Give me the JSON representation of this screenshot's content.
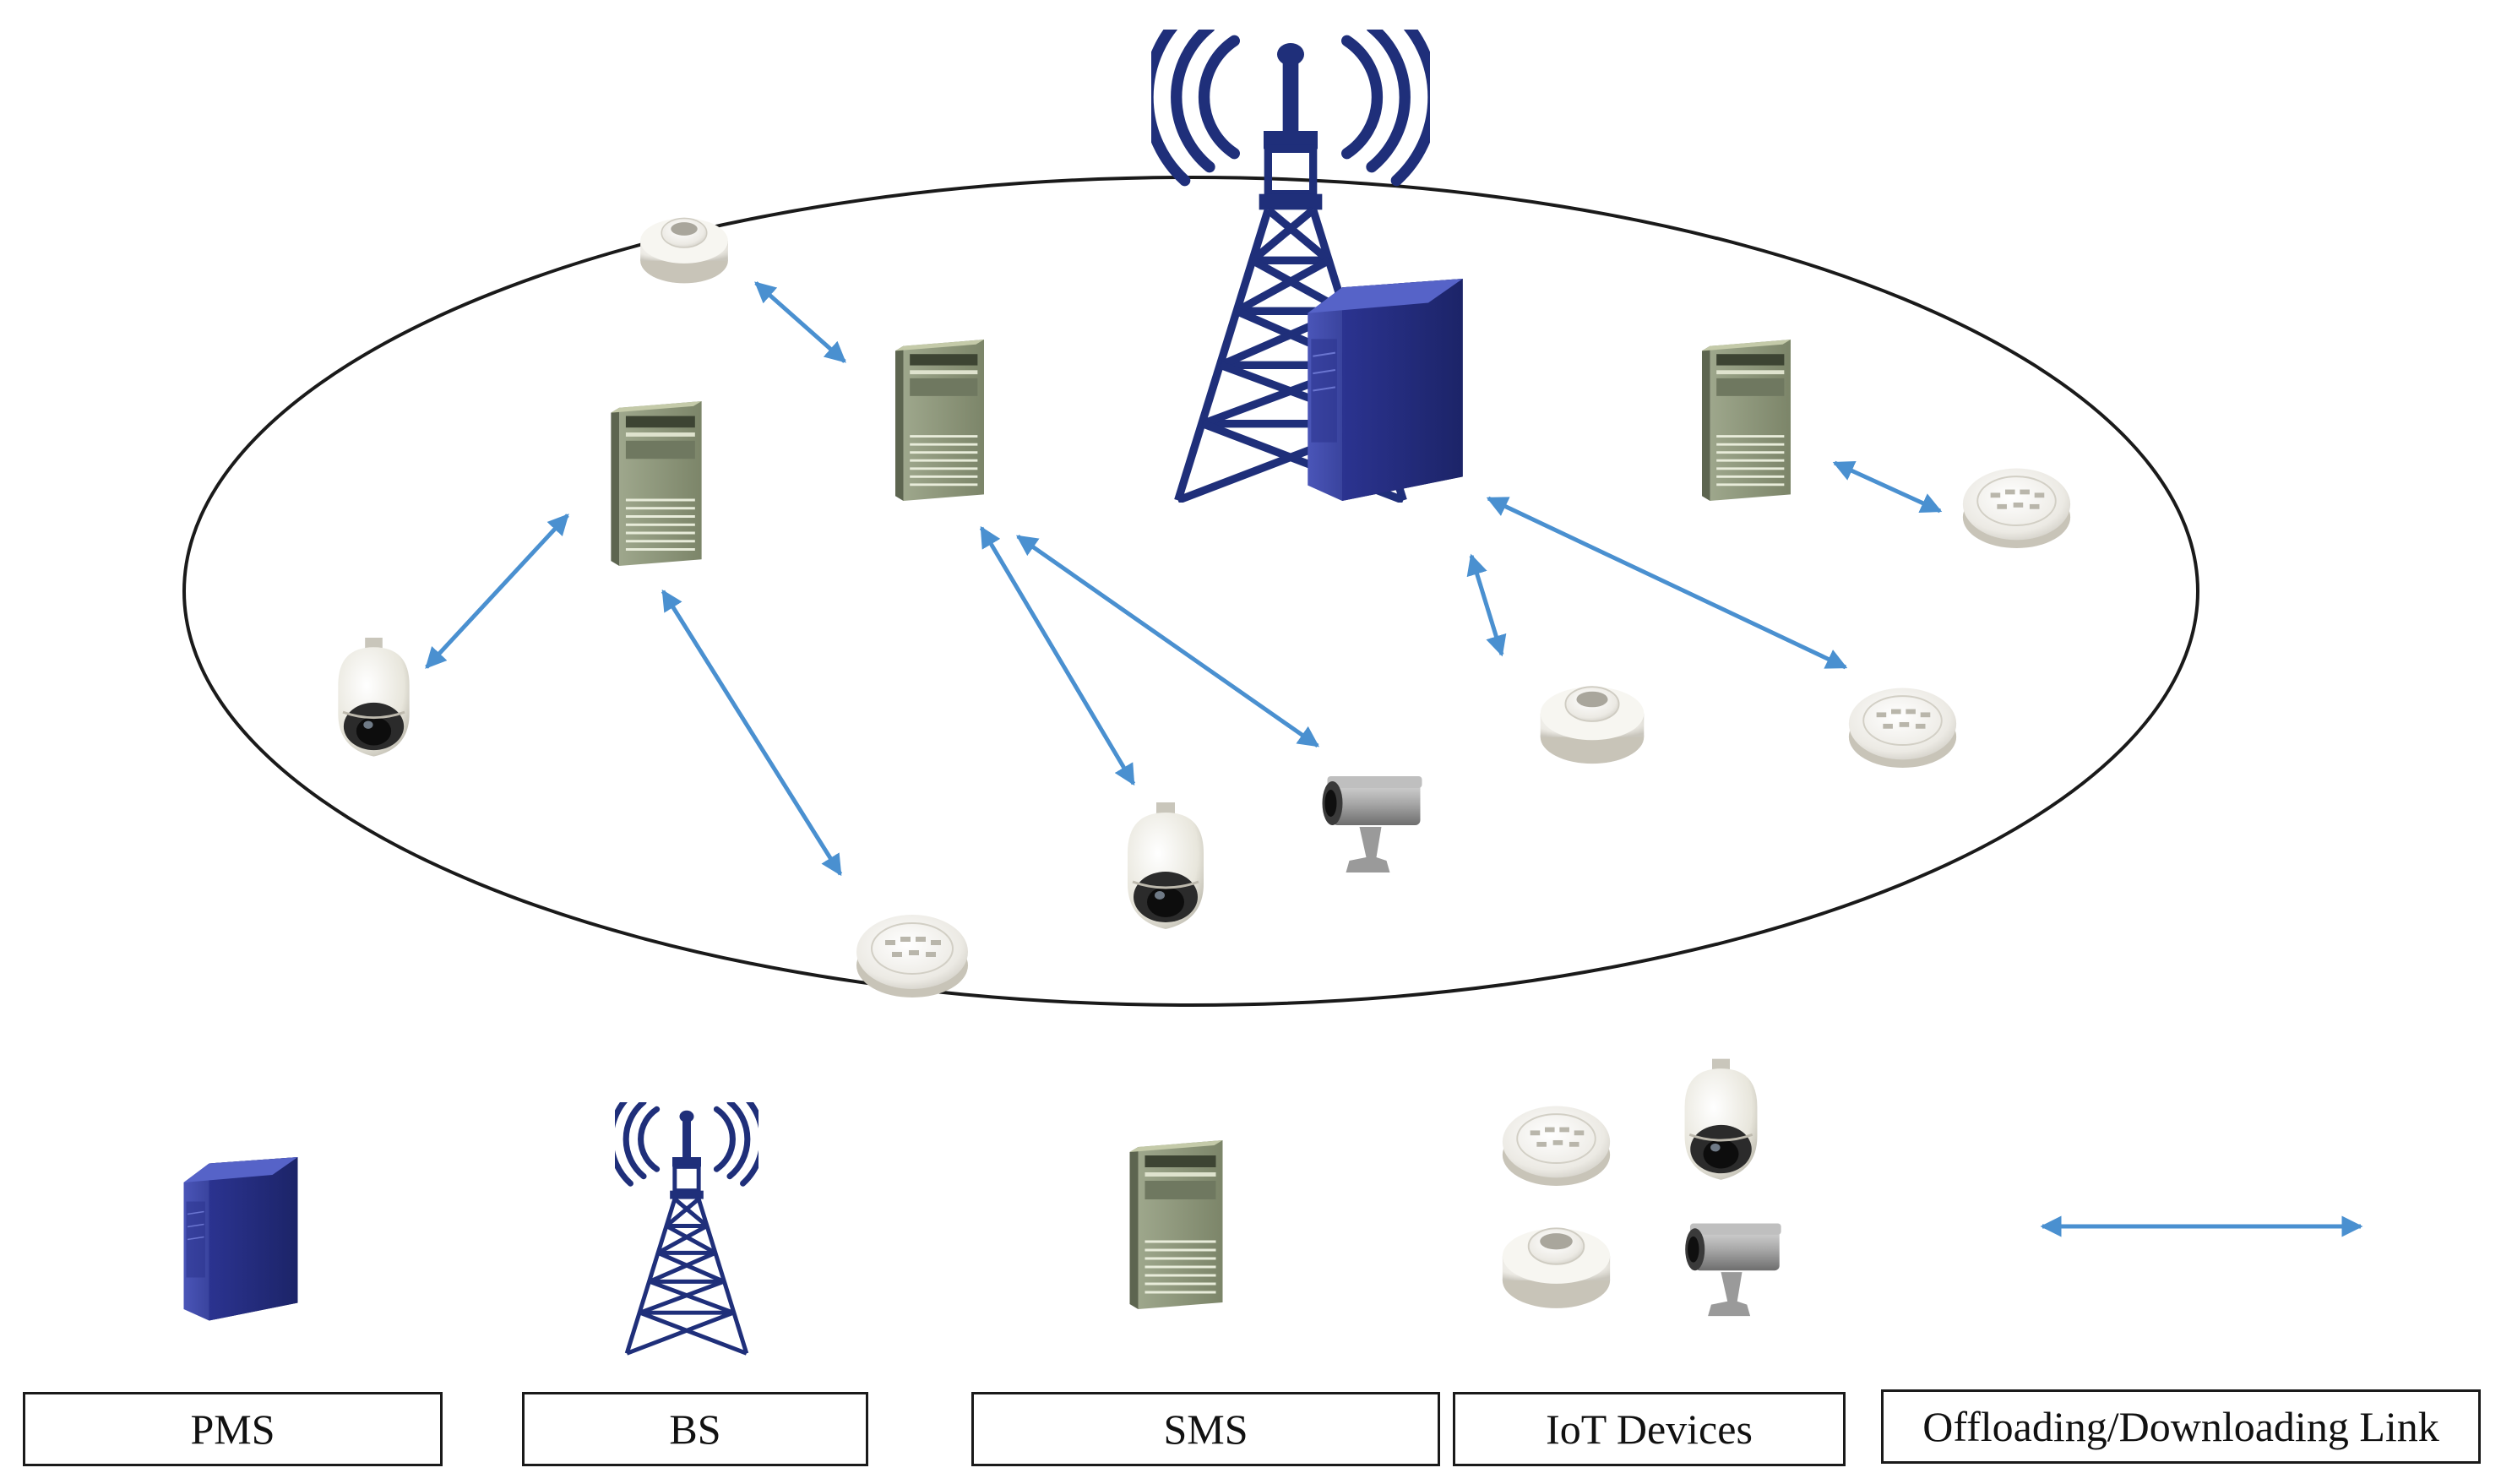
{
  "legend": {
    "pms": "PMS",
    "bs": "BS",
    "sms": "SMS",
    "iot": "IoT Devices",
    "link": "Offloading/Downloading Link"
  },
  "colors": {
    "link": "#4a90d0",
    "tower": "#1f2f7a",
    "pms_server": "#2a3386",
    "sms_server": "#8a9478",
    "ellipse": "#1a1a1a"
  },
  "icons": {
    "pms": "dark-blue-server-icon",
    "bs": "cell-tower-icon",
    "sms": "gray-rack-server-icon",
    "smoke_detector": "smoke-detector-icon",
    "dome_camera": "dome-camera-icon",
    "bullet_camera": "bullet-camera-icon"
  }
}
